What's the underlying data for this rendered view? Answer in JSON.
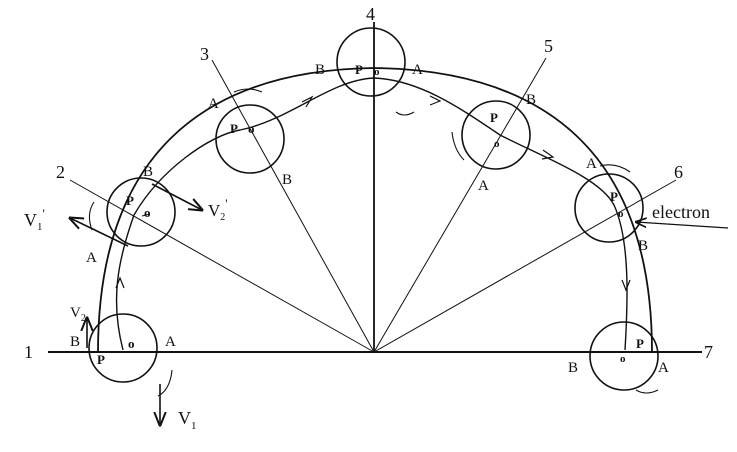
{
  "ray_labels": [
    "1",
    "2",
    "3",
    "4",
    "5",
    "6",
    "7"
  ],
  "disks": [
    {
      "p": "P",
      "o": "o",
      "b": "B",
      "a": "A"
    },
    {
      "p": "P",
      "o": "o",
      "b": "B",
      "a": "A"
    },
    {
      "p": "P",
      "o": "o",
      "b": "B",
      "a": "A"
    },
    {
      "p": "P",
      "o": "o",
      "b": "B",
      "a": "A"
    },
    {
      "p": "P",
      "o": "o",
      "b": "B",
      "a": "A"
    },
    {
      "p": "P",
      "o": "o",
      "b": "B",
      "a": "A"
    },
    {
      "p": "P",
      "o": "o",
      "b": "B",
      "a": "A"
    }
  ],
  "vectors": {
    "v1": "V",
    "v1_sub": "1",
    "v2": "V",
    "v2_sub": "2",
    "v1p": "V",
    "v1p_sub": "1",
    "v1p_prime": "'",
    "v2p": "V",
    "v2p_sub": "2",
    "v2p_prime": "'"
  },
  "electron_label": "electron"
}
